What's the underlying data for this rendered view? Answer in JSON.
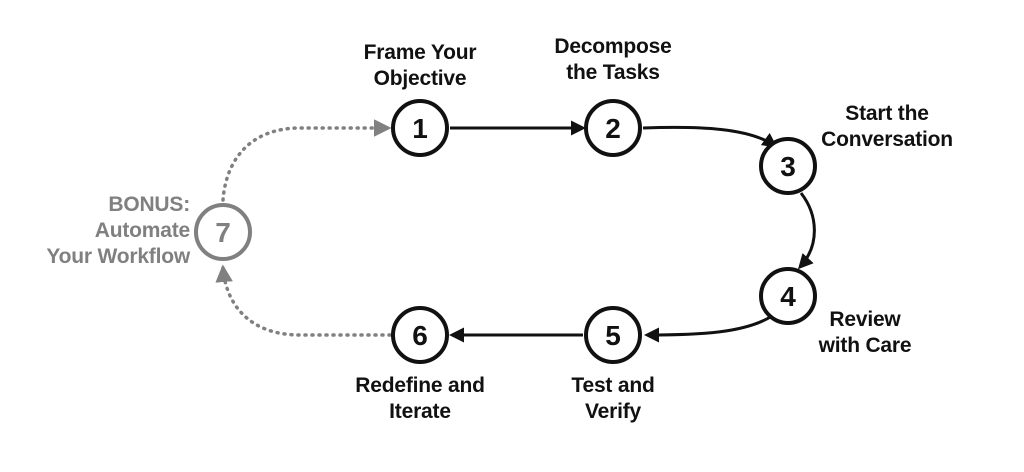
{
  "colors": {
    "main": "#111111",
    "bonus": "#808080",
    "background": "#ffffff"
  },
  "steps": [
    {
      "number": "1",
      "line1": "Frame Your",
      "line2": "Objective"
    },
    {
      "number": "2",
      "line1": "Decompose",
      "line2": "the Tasks"
    },
    {
      "number": "3",
      "line1": "Start the",
      "line2": "Conversation"
    },
    {
      "number": "4",
      "line1": "Review",
      "line2": "with Care"
    },
    {
      "number": "5",
      "line1": "Test and",
      "line2": "Verify"
    },
    {
      "number": "6",
      "line1": "Redefine and",
      "line2": "Iterate"
    },
    {
      "number": "7",
      "line1": "BONUS:",
      "line2": "Automate",
      "line3": "Your Workflow"
    }
  ]
}
